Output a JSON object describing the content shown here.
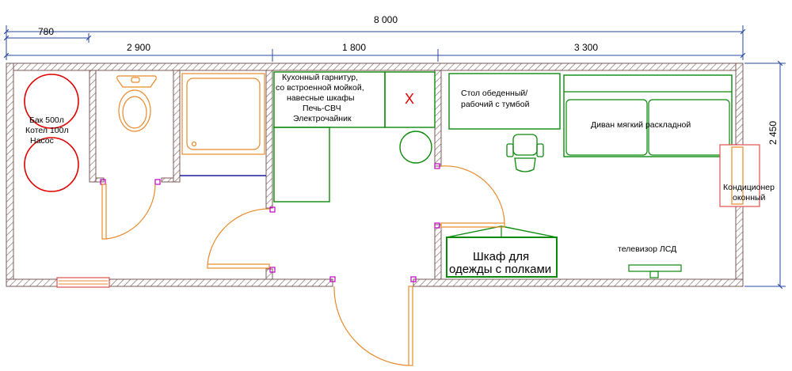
{
  "dimensions": {
    "overall": "8 000",
    "tank_offset": "780",
    "section_1": "2 900",
    "section_2": "1 800",
    "section_3": "3 300",
    "height": "2 450"
  },
  "rooms": {
    "utility": {
      "line1": "Бак 500л",
      "line2": "Котел 100л",
      "line3": "Насос"
    },
    "kitchen": {
      "line1": "Кухонный гарнитур,",
      "line2": "со встроенной мойкой,",
      "line3": "навесные шкафы",
      "line4": "Печь-СВЧ",
      "line5": "Электрочайник"
    },
    "kitchen_mark": "X",
    "table": {
      "line1": "Стол обеденный/",
      "line2": "рабочий с тумбой"
    },
    "sofa": "Диван мягкий раскладной",
    "wardrobe": {
      "line1": "Шкаф для",
      "line2": "одежды с полками"
    },
    "tv": "телевизор ЛСД",
    "ac": {
      "line1": "Кондиционер",
      "line2": "оконный"
    }
  },
  "colors": {
    "wall_hatch": "#7a5a5a",
    "furniture": "#0a8a0a",
    "door": "#e88a2a",
    "plumbing": "#e88a2a",
    "tank": "#e00000",
    "window_frame": "#e05050",
    "hinge": "#c000c0",
    "dim_line": "#2a4aa0",
    "shower_line": "#1a1aa0"
  }
}
